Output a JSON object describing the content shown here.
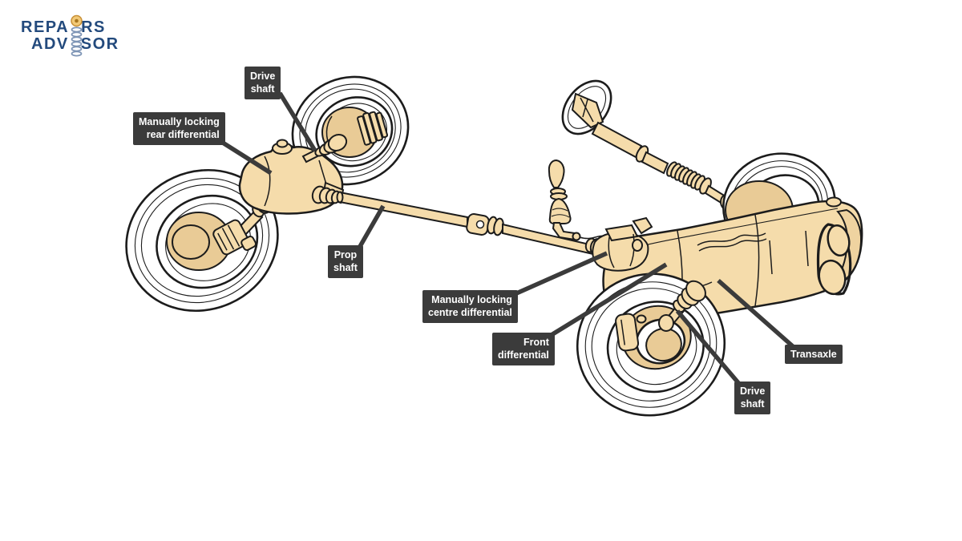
{
  "logo": {
    "full_text": "REPAIRS ADVISOR",
    "line1_pre": "REPA",
    "line1_post": "RS",
    "line2_pre": "ADV",
    "line2_post": "SOR",
    "text_color": "#234a7d",
    "icon": "spring-bolt-icon"
  },
  "diagram": {
    "subject": "Four-wheel-drive transmission layout",
    "style": {
      "background": "#ffffff",
      "component_fill": "#f5dcab",
      "hub_fill": "#e9cb96",
      "outline_color": "#1c1c1c",
      "label_bg": "#3b3b3b",
      "label_text_color": "#ffffff",
      "leader_line_color": "#3b3b3b"
    },
    "labels": [
      {
        "id": "drive-shaft-rear",
        "text": "Drive\nshaft"
      },
      {
        "id": "rear-differential",
        "text": "Manually locking\nrear differential"
      },
      {
        "id": "prop-shaft",
        "text": "Prop\nshaft"
      },
      {
        "id": "centre-differential",
        "text": "Manually locking\ncentre differential"
      },
      {
        "id": "front-differential",
        "text": "Front\ndifferential"
      },
      {
        "id": "drive-shaft-front",
        "text": "Drive\nshaft"
      },
      {
        "id": "transaxle",
        "text": "Transaxle"
      }
    ]
  }
}
